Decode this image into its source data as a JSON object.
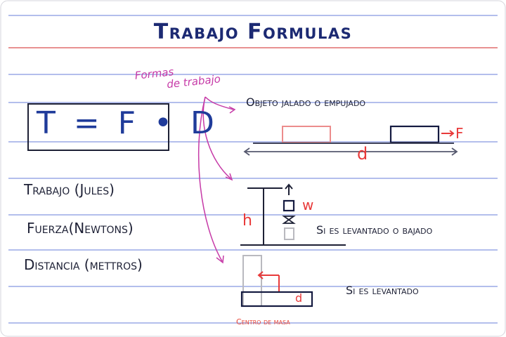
{
  "title": "Trabajo Formulas",
  "formula": "T = F • D",
  "annotation": {
    "line1": "Formas",
    "line2": "de trabajo"
  },
  "legend": {
    "trabajo": "Trabajo (Jules)",
    "fuerza": "Fuerza(Newtons)",
    "distancia": "Distancia (mettros)"
  },
  "cases": {
    "pushed": "Objeto jalado o empujado",
    "lifted_or_lowered": "Si es levantado o bajado",
    "lifted": "Si es levantado"
  },
  "symbols": {
    "force": "F",
    "distance_horizontal": "d",
    "height": "h",
    "weight": "w",
    "distance_vertical": "d"
  },
  "center_of_mass": "Centro de masa",
  "colors": {
    "paper_line": "#9aa8e6",
    "margin_line": "#e06d6d",
    "ink_blue": "#1c2a73",
    "ink_magenta": "#c63aa7",
    "ink_red": "#e83a3a"
  }
}
